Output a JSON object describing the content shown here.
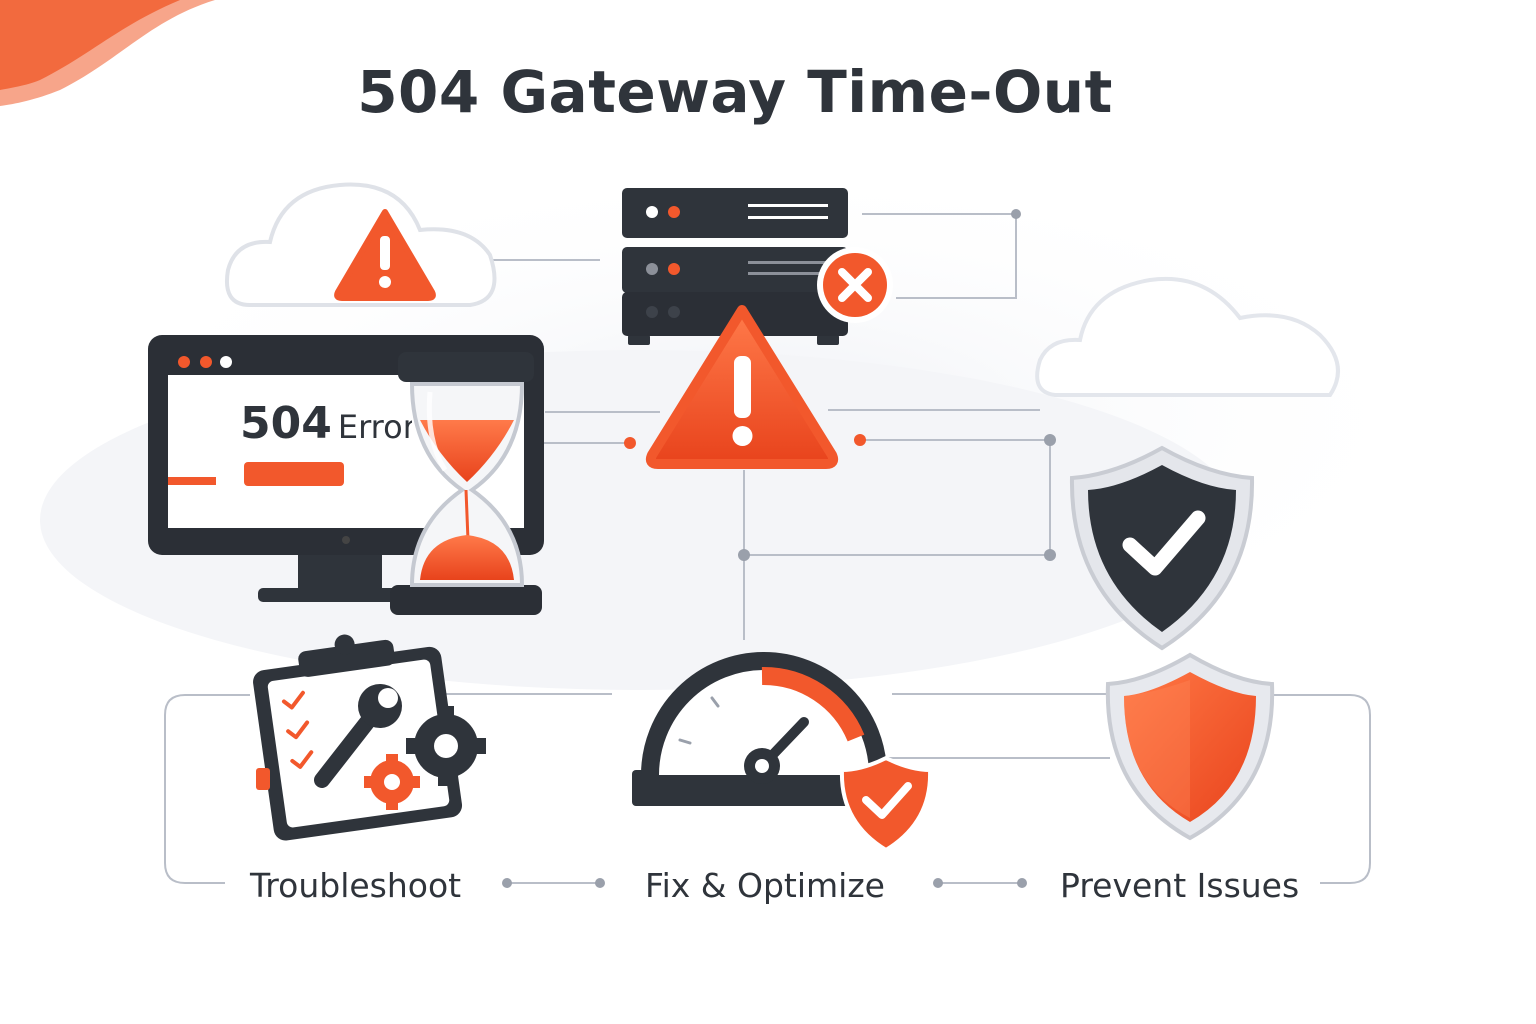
{
  "title": "504 Gateway Time-Out",
  "monitor": {
    "code": "504",
    "word": "Error"
  },
  "steps": [
    "Troubleshoot",
    "Fix & Optimize",
    "Prevent Issues"
  ],
  "colors": {
    "accent": "#f2582c",
    "dark": "#2f343b",
    "line": "#b9bec8",
    "cloud": "#f0f1f5"
  },
  "icons": [
    "warning-icon",
    "server-icon",
    "close-icon",
    "monitor-icon",
    "hourglass-icon",
    "shield-check-icon",
    "checklist-icon",
    "wrench-icon",
    "gear-icon",
    "speedometer-icon",
    "shield-icon",
    "cloud-icon"
  ]
}
